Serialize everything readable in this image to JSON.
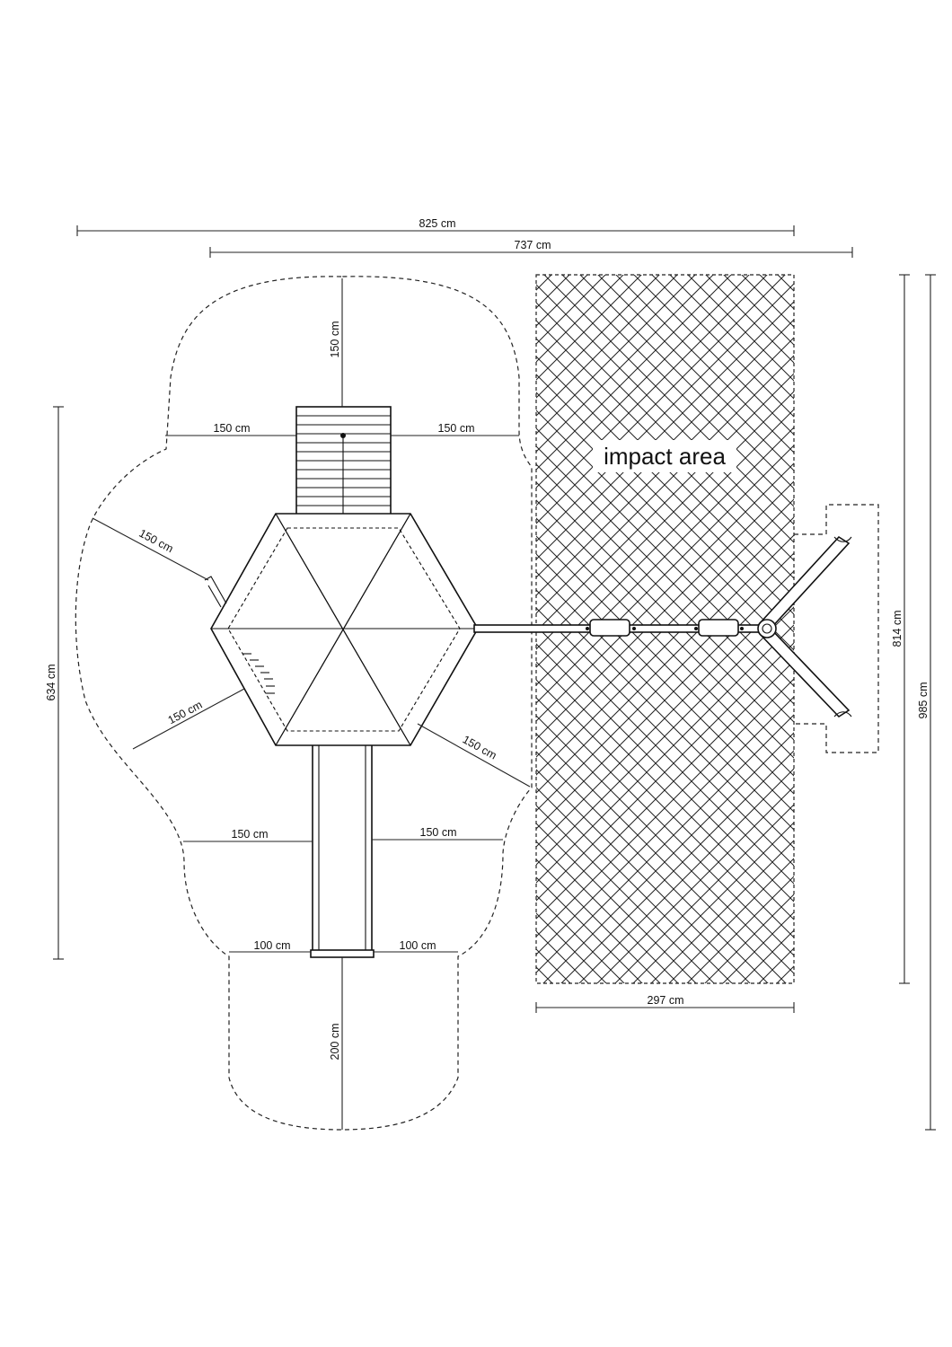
{
  "dimensions": {
    "overall_width": "825 cm",
    "inner_width": "737 cm",
    "top_clearance": "150 cm",
    "tower_left": "150 cm",
    "tower_right": "150 cm",
    "upper_left_diag": "150 cm",
    "lower_left_diag": "150 cm",
    "lower_right_diag": "150 cm",
    "slide_left": "150 cm",
    "slide_right": "150 cm",
    "exit_left": "100 cm",
    "exit_right": "100 cm",
    "exit_length": "200 cm",
    "impact_width": "297 cm",
    "left_height": "634 cm",
    "right_inner_height": "814 cm",
    "right_outer_height": "985 cm"
  },
  "impact_label": "impact area"
}
